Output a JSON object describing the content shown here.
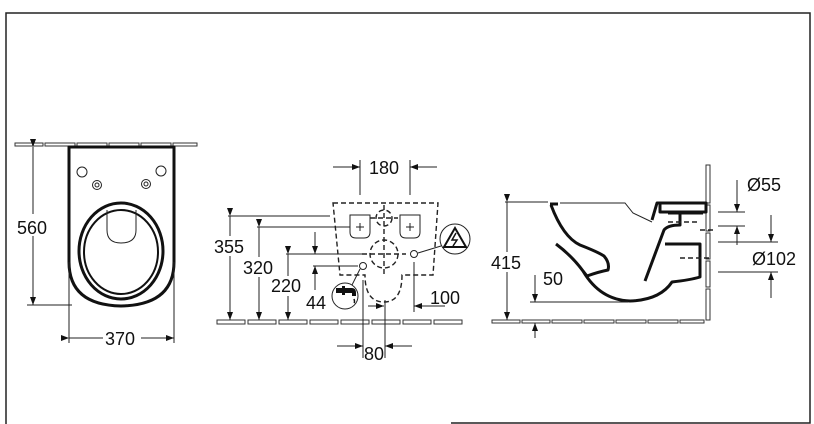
{
  "front_view": {
    "height_label": "560",
    "width_label": "370"
  },
  "installation_view": {
    "spacing_top_label": "180",
    "height_355_label": "355",
    "height_320_label": "320",
    "height_220_label": "220",
    "offset_44_label": "44",
    "offset_100_label": "100",
    "spacing_bottom_label": "80",
    "water_icon": "faucet-icon",
    "electric_icon": "electrical-warning-icon"
  },
  "side_view": {
    "height_label": "415",
    "clearance_label": "50",
    "inlet_diameter_label": "Ø55",
    "outlet_diameter_label": "Ø102"
  }
}
